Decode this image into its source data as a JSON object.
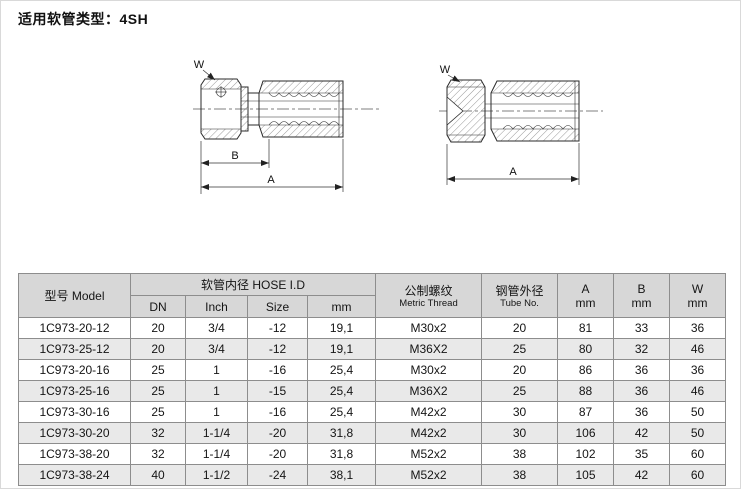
{
  "page": {
    "title": "适用软管类型：4SH"
  },
  "drawings": {
    "left": {
      "w_label": "W",
      "b_label": "B",
      "a_label": "A"
    },
    "right": {
      "w_label": "W",
      "a_label": "A"
    }
  },
  "table": {
    "headers": {
      "model": "型号 Model",
      "hose_id": "软管内径 HOSE I.D",
      "dn": "DN",
      "inch": "Inch",
      "size": "Size",
      "mm": "mm",
      "metric_cn": "公制螺纹",
      "metric_en": "Metric Thread",
      "tube_cn": "钢管外径",
      "tube_en": "Tube No.",
      "a": "A",
      "a_unit": "mm",
      "b": "B",
      "b_unit": "mm",
      "w": "W",
      "w_unit": "mm"
    },
    "rows": [
      [
        "1C973-20-12",
        "20",
        "3/4",
        "-12",
        "19,1",
        "M30x2",
        "20",
        "81",
        "33",
        "36"
      ],
      [
        "1C973-25-12",
        "20",
        "3/4",
        "-12",
        "19,1",
        "M36X2",
        "25",
        "80",
        "32",
        "46"
      ],
      [
        "1C973-20-16",
        "25",
        "1",
        "-16",
        "25,4",
        "M30x2",
        "20",
        "86",
        "36",
        "36"
      ],
      [
        "1C973-25-16",
        "25",
        "1",
        "-15",
        "25,4",
        "M36X2",
        "25",
        "88",
        "36",
        "46"
      ],
      [
        "1C973-30-16",
        "25",
        "1",
        "-16",
        "25,4",
        "M42x2",
        "30",
        "87",
        "36",
        "50"
      ],
      [
        "1C973-30-20",
        "32",
        "1-1/4",
        "-20",
        "31,8",
        "M42x2",
        "30",
        "106",
        "42",
        "50"
      ],
      [
        "1C973-38-20",
        "32",
        "1-1/4",
        "-20",
        "31,8",
        "M52x2",
        "38",
        "102",
        "35",
        "60"
      ],
      [
        "1C973-38-24",
        "40",
        "1-1/2",
        "-24",
        "38,1",
        "M52x2",
        "38",
        "105",
        "42",
        "60"
      ]
    ]
  }
}
